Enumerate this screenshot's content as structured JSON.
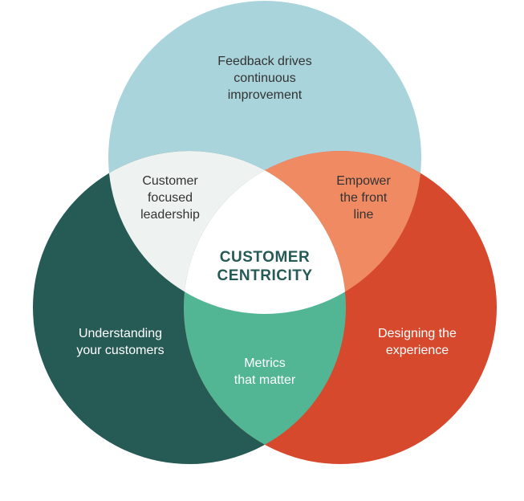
{
  "colors": {
    "top_circle": "#a9d4dc",
    "left_circle": "#265a55",
    "right_circle": "#d6492d",
    "top_left_overlap": "#eef3f2",
    "top_right_overlap": "#ef8a62",
    "left_right_overlap": "#52b695",
    "center": "#ffffff",
    "center_text": "#265a55"
  },
  "circles": {
    "top": {
      "label": "Feedback drives\ncontinuous\nimprovement"
    },
    "left": {
      "label": "Understanding\nyour customers"
    },
    "right": {
      "label": "Designing the\nexperience"
    }
  },
  "overlaps": {
    "top_left": {
      "label": "Customer\nfocused\nleadership"
    },
    "top_right": {
      "label": "Empower\nthe front\nline"
    },
    "left_right": {
      "label": "Metrics\nthat matter"
    }
  },
  "center": {
    "label": "CUSTOMER\nCENTRICITY"
  }
}
